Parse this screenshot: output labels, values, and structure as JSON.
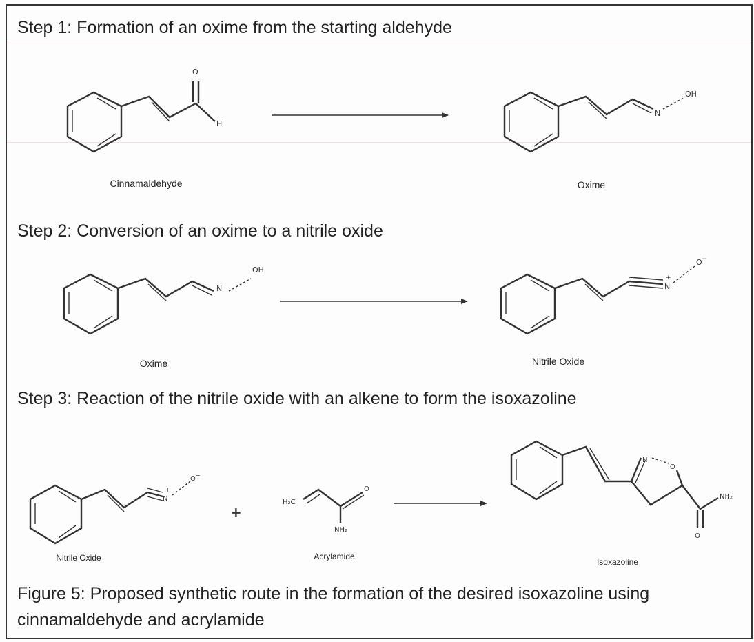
{
  "steps": [
    {
      "heading": "Step 1: Formation of an oxime from the starting aldehyde"
    },
    {
      "heading": "Step 2: Conversion of an oxime to a nitrile oxide"
    },
    {
      "heading": "Step 3: Reaction of the nitrile oxide with an alkene to form the isoxazoline"
    }
  ],
  "compounds": {
    "step1_reactant": "Cinnamaldehyde",
    "step1_product": "Oxime",
    "step2_reactant": "Oxime",
    "step2_product": "Nitrile Oxide",
    "step3_reactant1": "Nitrile Oxide",
    "step3_reactant2": "Acrylamide",
    "step3_product": "Isoxazoline"
  },
  "atoms": {
    "o": "O",
    "h": "H",
    "n": "N",
    "oh": "OH",
    "n_plus": "N",
    "o_minus": "O",
    "plus_charge": "+",
    "minus_charge": "−",
    "h2c": "H₂C",
    "nh2": "NH₂"
  },
  "operators": {
    "plus": "+"
  },
  "caption": {
    "line1": "Figure 5: Proposed synthetic route in the formation of the desired isoxazoline using",
    "line2": "cinnamaldehyde and acrylamide"
  }
}
